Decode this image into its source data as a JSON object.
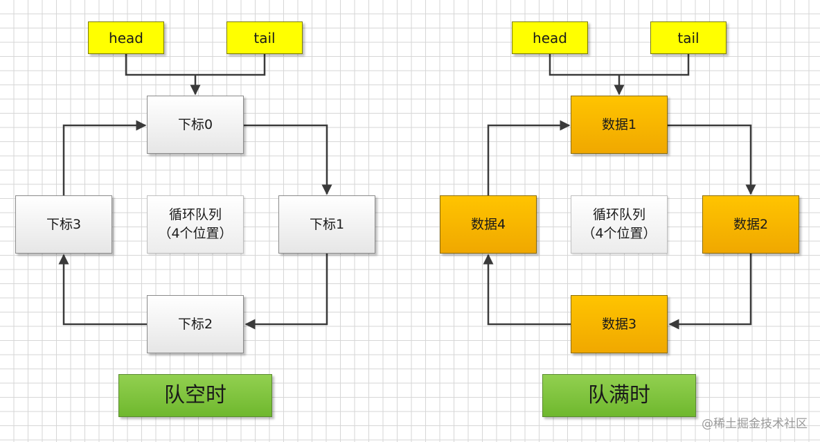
{
  "left": {
    "head_label": "head",
    "tail_label": "tail",
    "slots": [
      "下标0",
      "下标1",
      "下标2",
      "下标3"
    ],
    "center_line1": "循环队列",
    "center_line2": "（4个位置）",
    "state_label": "队空时"
  },
  "right": {
    "head_label": "head",
    "tail_label": "tail",
    "slots": [
      "数据1",
      "数据2",
      "数据3",
      "数据4"
    ],
    "center_line1": "循环队列",
    "center_line2": "（4个位置）",
    "state_label": "队满时"
  },
  "watermark": "@稀土掘金技术社区",
  "colors": {
    "pointer": "#ffff00",
    "empty_slot": "#f2f2f2",
    "data_slot": "#ffc000",
    "state": "#7fc241",
    "arrow": "#3a3a3a"
  }
}
